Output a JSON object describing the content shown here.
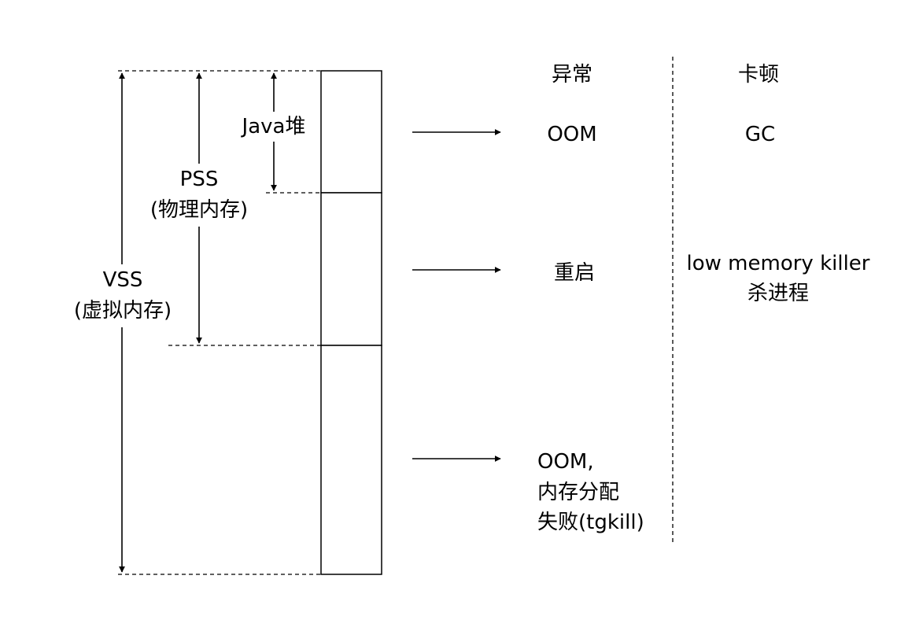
{
  "labels": {
    "java_heap": "Java堆",
    "pss_name": "PSS",
    "pss_desc": "(物理内存)",
    "vss_name": "VSS",
    "vss_desc": "(虚拟内存)"
  },
  "columns": {
    "exception": "异常",
    "stutter": "卡顿"
  },
  "rows": [
    {
      "exception": [
        "OOM"
      ],
      "stutter": [
        "GC"
      ]
    },
    {
      "exception": [
        "重启"
      ],
      "stutter": [
        "low memory killer",
        "杀进程"
      ]
    },
    {
      "exception": [
        "OOM,",
        "内存分配",
        "失败(tgkill)"
      ],
      "stutter": []
    }
  ]
}
